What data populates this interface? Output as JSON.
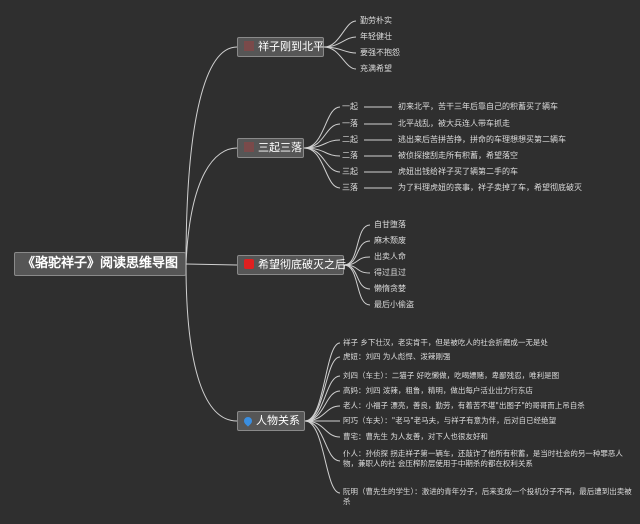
{
  "root": "《骆驼祥子》阅读思维导图",
  "branch1": {
    "label": "祥子刚到北平",
    "items": [
      "勤劳朴实",
      "年轻健壮",
      "要强不抱怨",
      "充满希望"
    ]
  },
  "branch2": {
    "label": "三起三落",
    "items": [
      {
        "tag": "一起",
        "text": "初来北平，苦干三年后靠自己的积蓄买了辆车"
      },
      {
        "tag": "一落",
        "text": "北平战乱，被大兵连人带车抓走"
      },
      {
        "tag": "二起",
        "text": "逃出来后苦拼苦挣，拼命的车理想想买第二辆车"
      },
      {
        "tag": "二落",
        "text": "被侦探搜刮走所有积蓄，希望落空"
      },
      {
        "tag": "三起",
        "text": "虎妞出钱给祥子买了辆第二手的车"
      },
      {
        "tag": "三落",
        "text": "为了料理虎妞的丧事，祥子卖掉了车，希望彻底破灭"
      }
    ]
  },
  "branch3": {
    "label": "希望彻底破灭之后",
    "items": [
      "自甘堕落",
      "麻木颓废",
      "出卖人命",
      "得过且过",
      "懒惰贪婪",
      "最后小偷盗"
    ]
  },
  "branch4": {
    "label": "人物关系",
    "items": [
      "祥子 乡下壮汉，老实肯干，但是被吃人的社会折磨成一无是处",
      "虎妞：刘四 为人彪悍、泼辣刚强",
      "刘四（车主）：二猫子 好吃懒做，吃喝嫖赌，卑鄙残忍，唯利是图",
      "高妈：刘四 泼辣，粗鲁，精明，做出每户活业出力行东店",
      "老人：小福子 漂亮，善良，勤劳，有着苦不堪\"出图子\"的哥哥而上吊自杀",
      "阿巧（车夫）：\"老马\"老马夫，与祥子有意为伴，后对自已经绝望",
      "曹宅：曹先生 为人友善，对下人也很友好和",
      "仆人：孙侦探 拐走祥子第一辆车，还敲诈了他所有积蓄，是当时社会的另一种罪恶人物，兼职人的社 会压榨阶层使用于中期杀的都在权利关系",
      "阮明（曹先生的学生）：激进的青年分子，后来变成一个投机分子不再，最后遭到出卖被杀"
    ]
  }
}
